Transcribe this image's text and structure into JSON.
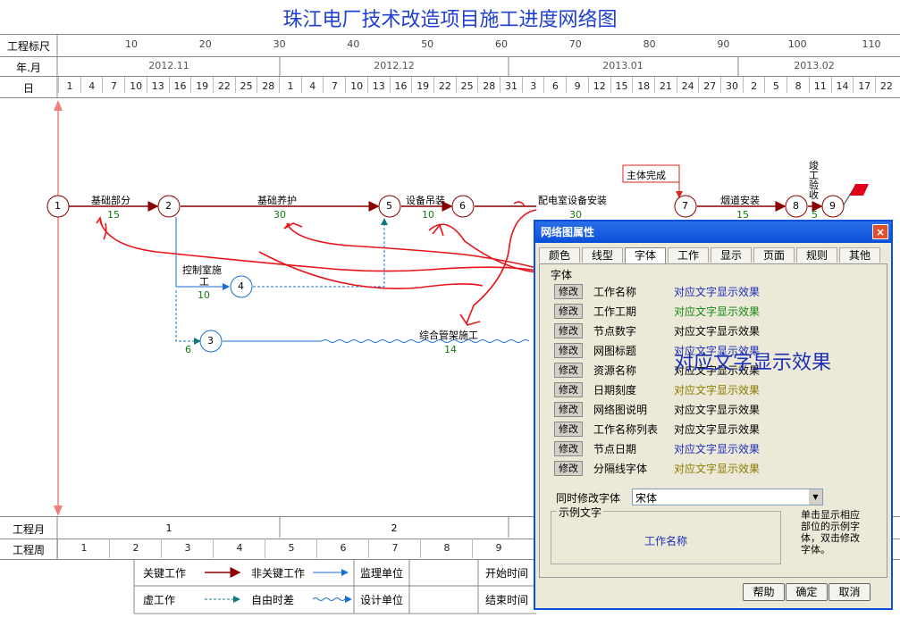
{
  "title": "珠江电厂技术改造项目施工进度网络图",
  "header": {
    "scale_label": "工程标尺",
    "scale_ticks": [
      "10",
      "20",
      "30",
      "40",
      "50",
      "60",
      "70",
      "80",
      "90",
      "100",
      "110"
    ],
    "month_label": "年.月",
    "months": [
      "2012.11",
      "2012.12",
      "2013.01",
      "2013.02"
    ],
    "day_label": "日",
    "days": [
      "1",
      "4",
      "7",
      "10",
      "13",
      "16",
      "19",
      "22",
      "25",
      "28",
      "1",
      "4",
      "7",
      "10",
      "13",
      "16",
      "19",
      "22",
      "25",
      "28",
      "31",
      "3",
      "6",
      "9",
      "12",
      "15",
      "18",
      "21",
      "24",
      "27",
      "30",
      "2",
      "5",
      "8",
      "11",
      "14",
      "17",
      "22"
    ]
  },
  "nodes": [
    "1",
    "2",
    "3",
    "4",
    "5",
    "6",
    "7",
    "8",
    "9"
  ],
  "activities": {
    "a12": {
      "name": "基础部分",
      "days": "15"
    },
    "a25": {
      "name": "基础养护",
      "days": "30"
    },
    "a56": {
      "name": "设备吊装",
      "days": "10"
    },
    "a67": {
      "name": "配电室设备安装",
      "days": "30"
    },
    "a78": {
      "name": "烟道安装",
      "days": "15"
    },
    "a89": {
      "name": "竣工验收",
      "days": "5"
    },
    "a24": {
      "name": "控制室施",
      "name2": "工",
      "days": "10"
    },
    "a23": {
      "days": "6"
    },
    "a3x": {
      "name": "综合管架施工",
      "days": "14"
    },
    "milestone": "主体完成"
  },
  "footer": {
    "month_label": "工程月",
    "months": [
      "1",
      "2"
    ],
    "week_label": "工程周",
    "weeks": [
      "1",
      "2",
      "3",
      "4",
      "5",
      "6",
      "7",
      "8",
      "9"
    ],
    "legend": {
      "critical": "关键工作",
      "noncritical": "非关键工作",
      "dummy": "虚工作",
      "float": "自由时差",
      "supervisor": "监理单位",
      "designer": "设计单位",
      "start": "开始时间",
      "end": "结束时间"
    }
  },
  "dialog": {
    "title": "网络图属性",
    "close": "×",
    "tabs": [
      "颜色",
      "线型",
      "字体",
      "工作",
      "显示",
      "页面",
      "规则",
      "其他"
    ],
    "selected_tab": "字体",
    "group_label": "字体",
    "modify_label": "修改",
    "rows": [
      {
        "name": "工作名称",
        "sample": "对应文字显示效果",
        "color": "#1a2fb8"
      },
      {
        "name": "工作工期",
        "sample": "对应文字显示效果",
        "color": "#138a13"
      },
      {
        "name": "节点数字",
        "sample": "对应文字显示效果",
        "color": "#000000"
      },
      {
        "name": "网图标题",
        "sample": "对应文字显示效果",
        "color": "#1a2fb8"
      },
      {
        "name": "资源名称",
        "sample": "对应文字显示效果",
        "color": "#000000"
      },
      {
        "name": "日期刻度",
        "sample": "对应文字显示效果",
        "color": "#8a7a00"
      },
      {
        "name": "网络图说明",
        "sample": "对应文字显示效果",
        "color": "#000000"
      },
      {
        "name": "工作名称列表",
        "sample": "对应文字显示效果",
        "color": "#000000"
      },
      {
        "name": "节点日期",
        "sample": "对应文字显示效果",
        "color": "#1a2fb8"
      },
      {
        "name": "分隔线字体",
        "sample": "对应文字显示效果",
        "color": "#8a7a00"
      }
    ],
    "big_sample": "对应文字显示效果",
    "simul_label": "同时修改字体",
    "font_value": "宋体",
    "example_label": "示例文字",
    "example_text": "工作名称",
    "hint": "单击显示相应部位的示例字体，双击修改字体。",
    "buttons": {
      "help": "帮助",
      "ok": "确定",
      "cancel": "取消"
    }
  }
}
